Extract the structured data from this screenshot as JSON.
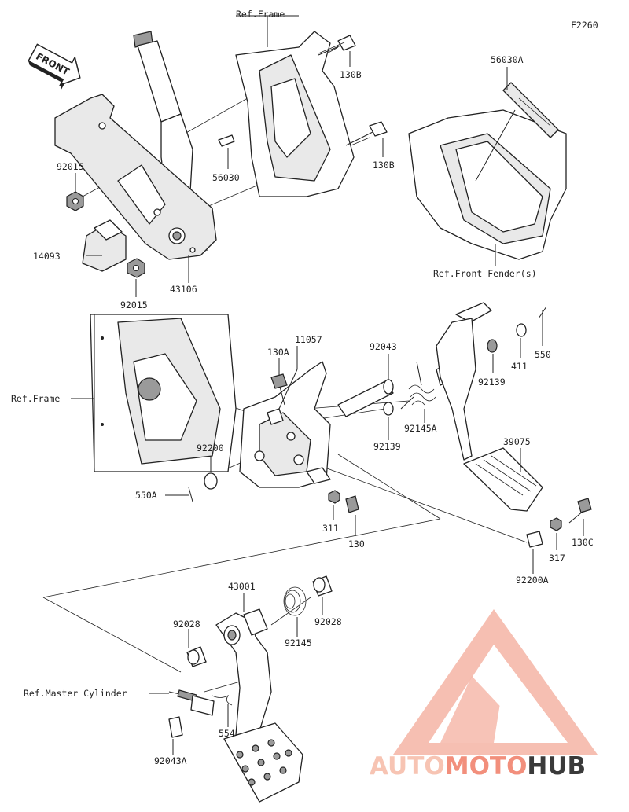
{
  "figure_id": "F2260",
  "front_arrow_text": "FRONT",
  "labels": {
    "ref_frame_top": "Ref.Frame",
    "p130B_a": "130B",
    "p130B_b": "130B",
    "p56030": "56030",
    "p56030A": "56030A",
    "ref_front_fender": "Ref.Front Fender(s)",
    "p92015_a": "92015",
    "p92015_b": "92015",
    "p14093": "14093",
    "p43106": "43106",
    "ref_frame_left": "Ref.Frame",
    "p130A": "130A",
    "p11057": "11057",
    "p92043": "92043",
    "p92139_a": "92139",
    "p92139_b": "92139",
    "p92145A": "92145A",
    "p411": "411",
    "p550": "550",
    "p39075": "39075",
    "p92200": "92200",
    "p550A": "550A",
    "p311": "311",
    "p130": "130",
    "p130C": "130C",
    "p317": "317",
    "p92200A": "92200A",
    "p43001": "43001",
    "p92028_a": "92028",
    "p92028_b": "92028",
    "p92145": "92145",
    "ref_master_cylinder": "Ref.Master Cylinder",
    "p554": "554",
    "p92043A": "92043A"
  },
  "watermark": {
    "part1": "AUTO",
    "part2": "MOTO",
    "part3": "HUB",
    "color_light": "#f7b7a8",
    "color_main": "#f28f7c",
    "color_dark": "#3a3a3a"
  }
}
